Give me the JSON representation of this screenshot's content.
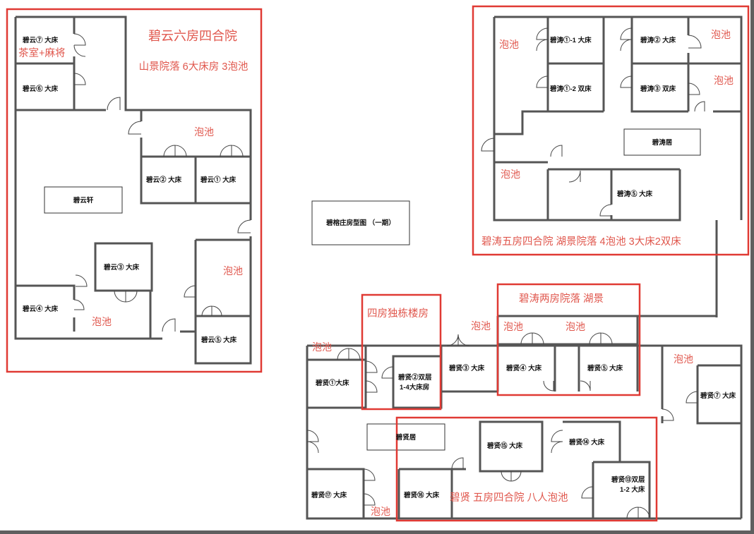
{
  "plan_title": "碧榕庄房型图 （一期）",
  "colors": {
    "annotation_red": "#e03a34",
    "wall_gray": "#555555",
    "label_black": "#111111"
  },
  "groups": {
    "biyun": {
      "title": "碧云六房四合院",
      "subtitle": "山景院落 6大床房 3泡池",
      "tea_room": "茶室+麻将"
    },
    "bitao_five": {
      "title": "碧涛五房四合院 湖景院落 4泡池 3大床2双床"
    },
    "bitao_two": {
      "title": "碧涛两房院落  湖景"
    },
    "four_room": {
      "title": "四房独栋楼房"
    },
    "bixian_five": {
      "title": "碧贤 五房四合院 八人泡池"
    }
  },
  "rooms": {
    "biyun7": "碧云⑦ 大床",
    "biyun6": "碧云⑥ 大床",
    "biyun2": "碧云② 大床",
    "biyun1": "碧云① 大床",
    "biyun_hall": "碧云轩",
    "biyun3": "碧云③ 大床",
    "biyun4": "碧云④ 大床",
    "biyun5": "碧云⑤ 大床",
    "bitao1_1": "碧涛①-1 大床",
    "bitao1_2": "碧涛①-2 双床",
    "bitao2": "碧涛② 大床",
    "bitao3": "碧涛③ 双床",
    "bitao_hall": "碧涛居",
    "bitao5": "碧涛⑤ 大床",
    "bixian1": "碧贤①大床",
    "bixian2_line1": "碧贤②双层",
    "bixian2_line2": "1-4大床房",
    "bixian3": "碧贤③ 大床",
    "bixian4": "碧贤④ 大床",
    "bixian5": "碧贤⑤ 大床",
    "bixian7": "碧贤⑦ 大床",
    "bixian_hall": "碧贤居",
    "bixian15": "碧贤⑮ 大床",
    "bixian14": "碧贤⑭ 大床",
    "bixian13_line1": "碧贤⑬双层",
    "bixian13_line2": "1-2 大床",
    "bixian17": "碧贤⑰ 大床",
    "bixian16": "碧贤⑯ 大床"
  },
  "pool_label": "泡池"
}
